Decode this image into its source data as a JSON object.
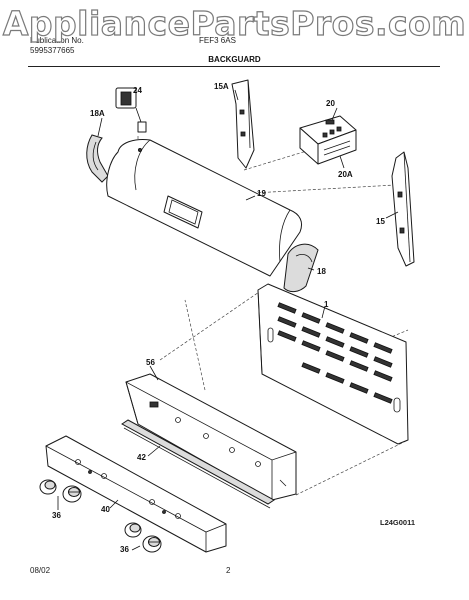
{
  "watermark": "AppliancePartsPros.com",
  "header": {
    "publication_label": "Publication No.",
    "publication_number": "5995377665",
    "model_fragment": "FEF3 6AS",
    "section_title": "BACKGUARD"
  },
  "callouts": {
    "p1": "1",
    "p15": "15",
    "p15a": "15A",
    "p18": "18",
    "p18a": "18A",
    "p19": "19",
    "p20": "20",
    "p20a": "20A",
    "p24": "24",
    "p36a": "36",
    "p36b": "36",
    "p40": "40",
    "p42": "42",
    "p56": "56"
  },
  "footer": {
    "date": "08/02",
    "page": "2",
    "diagram_code": "L24G0011"
  }
}
